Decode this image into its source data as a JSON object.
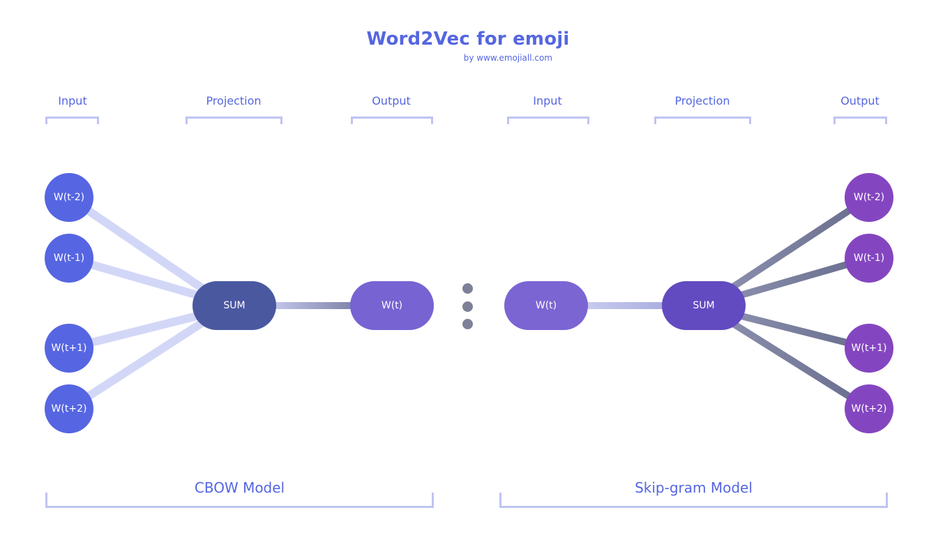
{
  "title": "Word2Vec for emoji",
  "subtitle": "by www.emojiall.com",
  "colors": {
    "accent_text": "#5566e0",
    "bracket": "#bfc4f2",
    "cbow_input": "#5665e2",
    "cbow_sum": "#4a58a0",
    "cbow_output": "#7763d2",
    "cbow_edges": "#d3d7f7",
    "skip_input": "#7b65d3",
    "skip_sum": "#624ac0",
    "skip_output": "#8446c0",
    "skip_edges": "#707592",
    "ellipsis": "#7d8097"
  },
  "columns": [
    "Input",
    "Projection",
    "Output",
    "Input",
    "Projection",
    "Output"
  ],
  "cbow": {
    "model_label": "CBOW Model",
    "inputs": [
      "W(t-2)",
      "W(t-1)",
      "W(t+1)",
      "W(t+2)"
    ],
    "projection": "SUM",
    "output": "W(t)"
  },
  "skipgram": {
    "model_label": "Skip-gram Model",
    "input": "W(t)",
    "projection": "SUM",
    "outputs": [
      "W(t-2)",
      "W(t-1)",
      "W(t+1)",
      "W(t+2)"
    ]
  }
}
